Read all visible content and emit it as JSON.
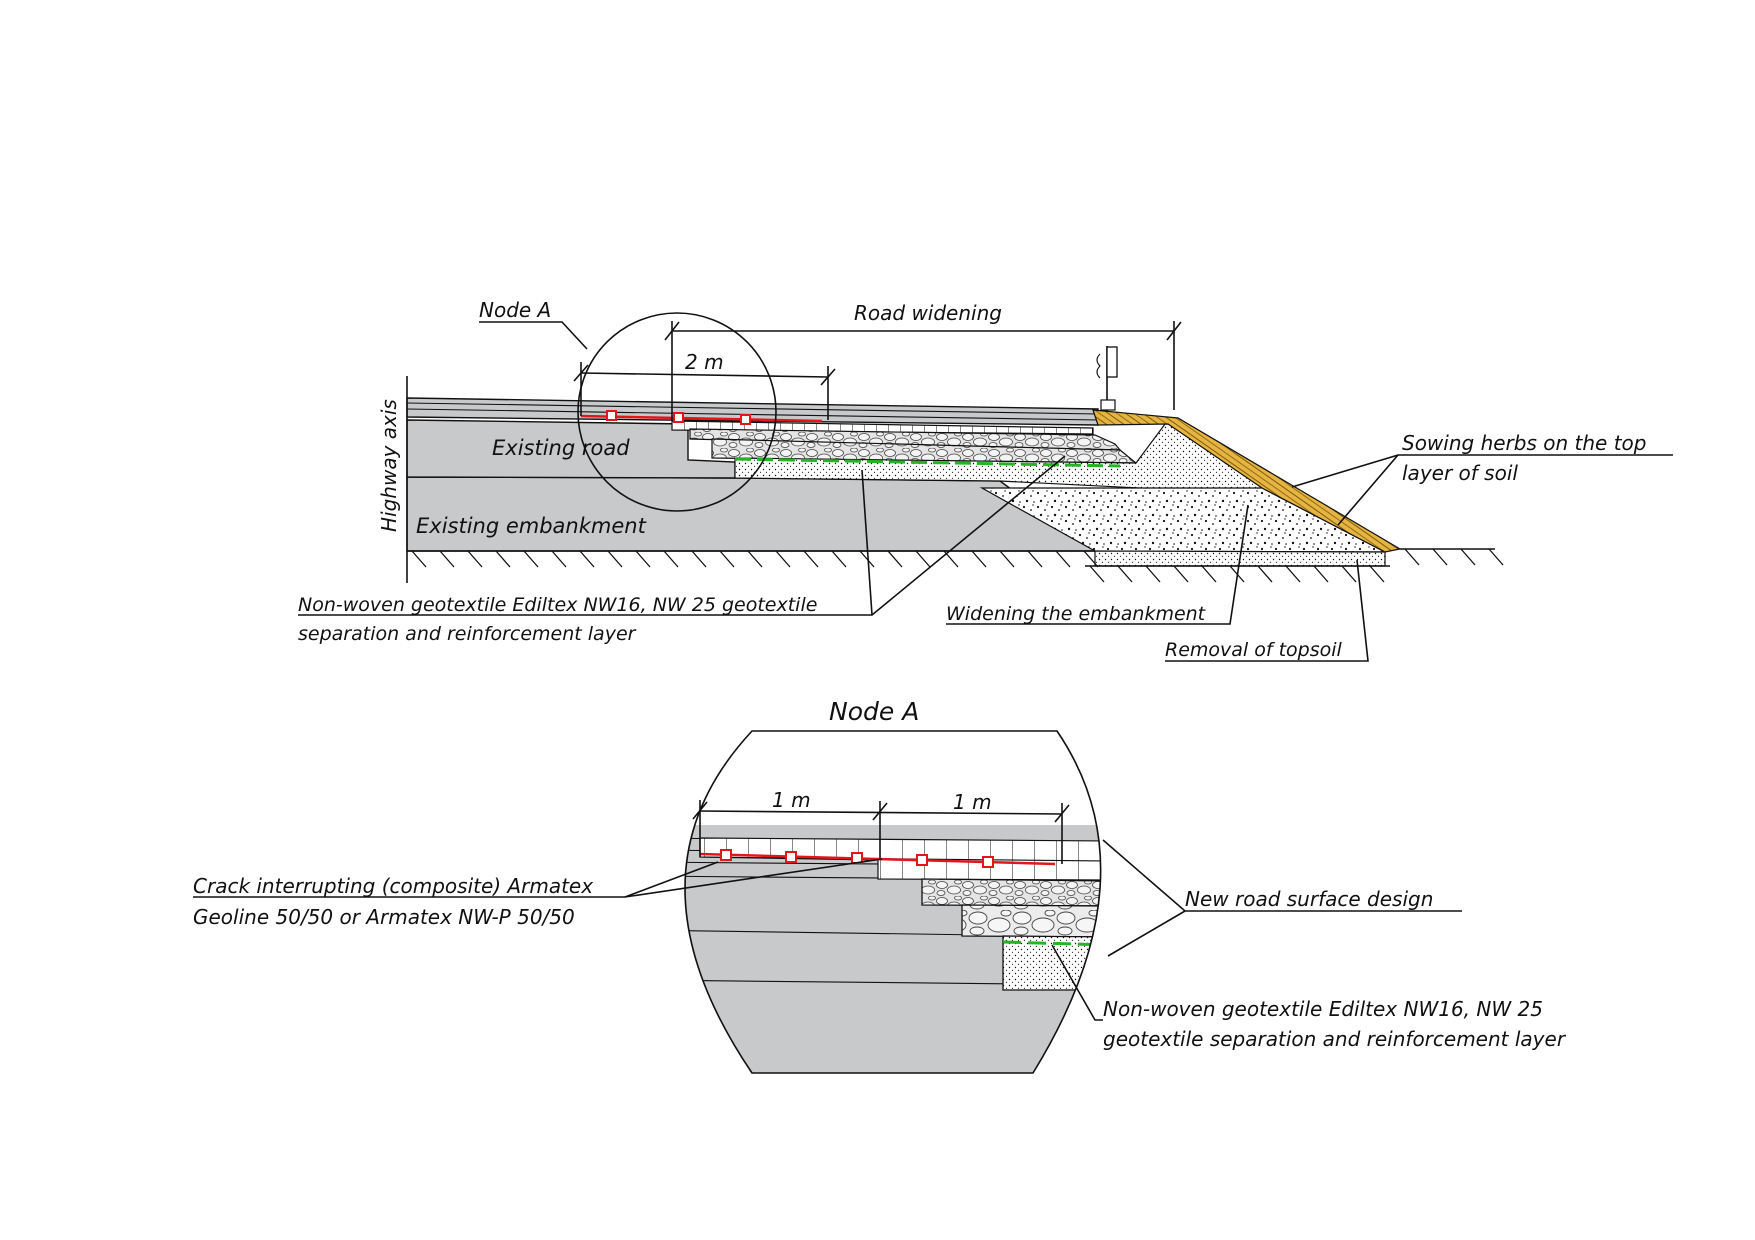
{
  "main_section": {
    "labels": {
      "node_a": "Node A",
      "road_widening": "Road widening",
      "two_m": "2 m",
      "highway_axis": "Highway axis",
      "existing_road": "Existing road",
      "existing_embankment": "Existing embankment",
      "sowing_herbs_line1": "Sowing herbs on the top",
      "sowing_herbs_line2": "layer of soil",
      "geotextile_line1": "Non-woven geotextile Ediltex NW16, NW 25 geotextile",
      "geotextile_line2": "separation and reinforcement layer",
      "widening_embankment": "Widening the embankment",
      "removal_topsoil": "Removal of topsoil"
    }
  },
  "detail_section": {
    "labels": {
      "title": "Node A",
      "one_m_left": "1 m",
      "one_m_right": "1 m",
      "crack_line1": "Crack interrupting (composite) Armatex",
      "crack_line2": "Geoline 50/50 or Armatex NW-P 50/50",
      "new_surface": "New road surface design",
      "geotextile_line1": "Non-woven geotextile Ediltex NW16, NW 25",
      "geotextile_line2": "geotextile separation and reinforcement layer"
    }
  },
  "colors": {
    "layer_gray": "#c8c9cb",
    "grid_red": "#e3161b",
    "geotextile_green": "#23b523",
    "topsoil_yellow": "#e6b440"
  }
}
